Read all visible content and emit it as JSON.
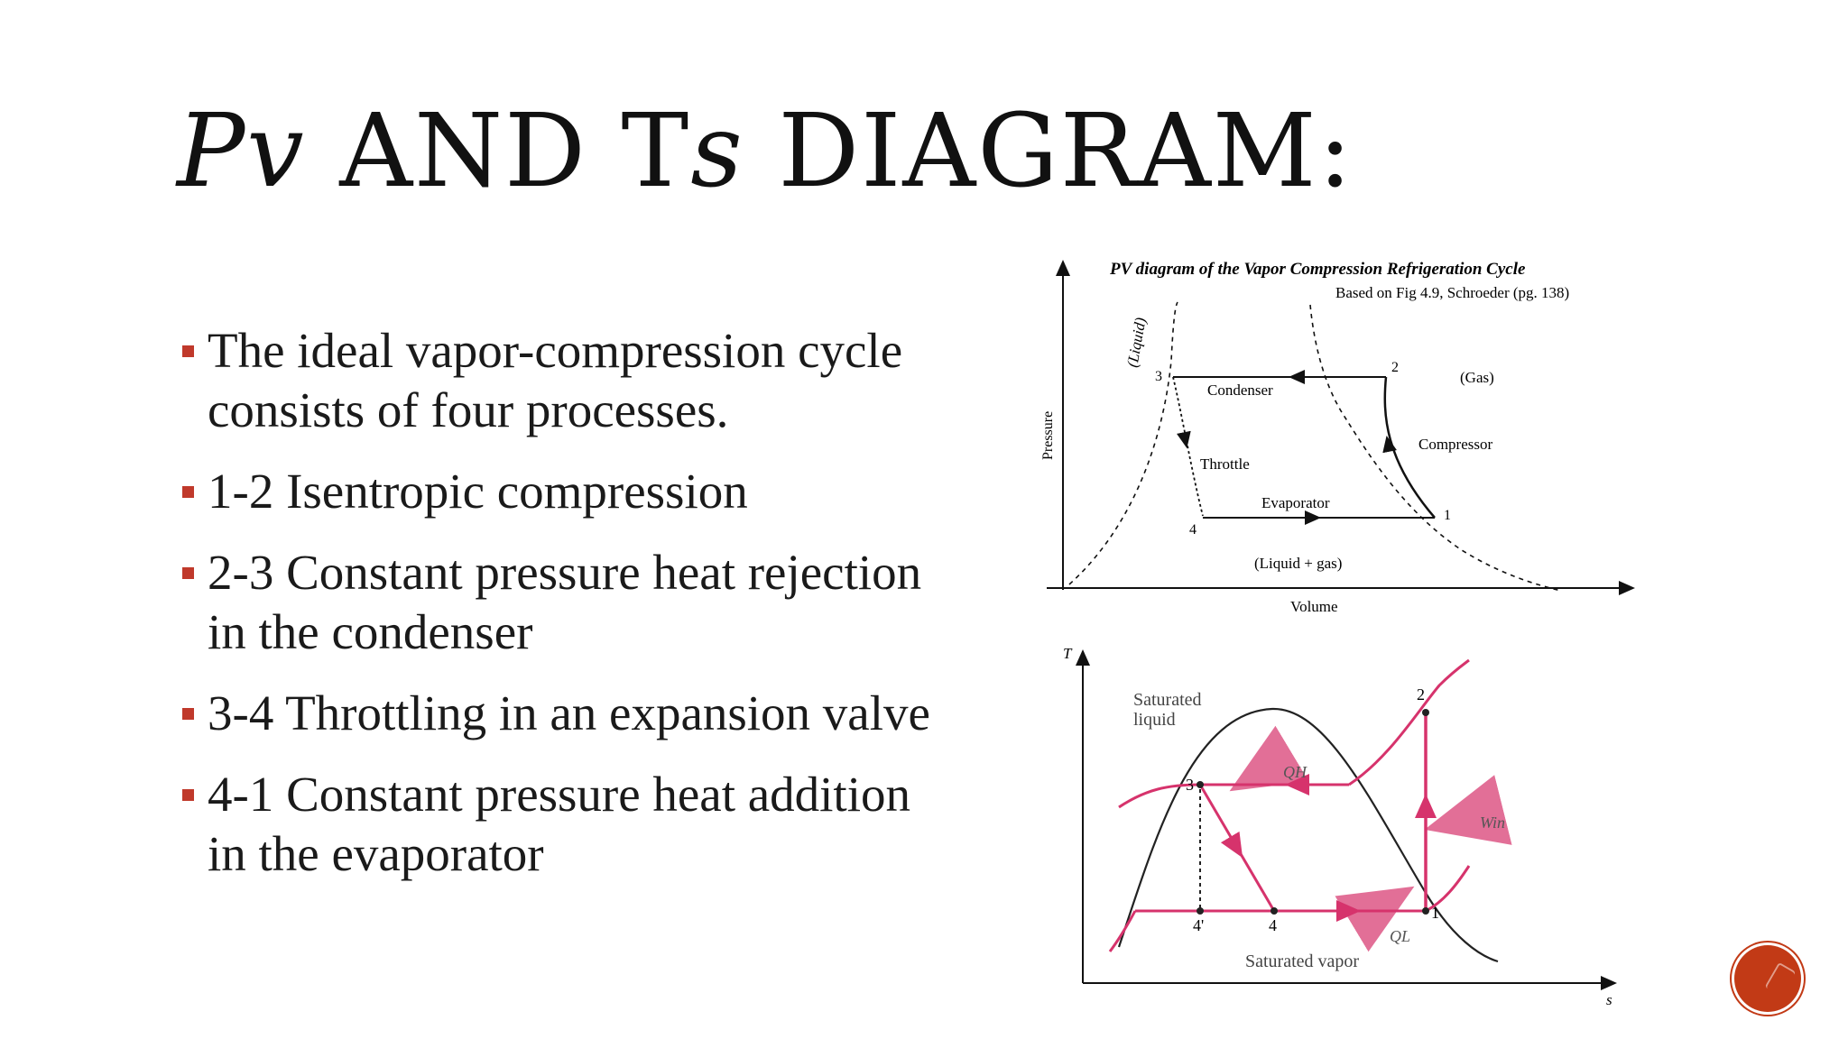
{
  "slide": {
    "title_part1": "Pv",
    "title_part2": " AND T",
    "title_part3": "s",
    "title_part4": " DIAGRAM:"
  },
  "bullets": [
    {
      "line1": "The ideal vapor-compression cycle",
      "line2": "consists of four processes."
    },
    {
      "line1": "1-2 Isentropic compression",
      "line2": ""
    },
    {
      "line1": "2-3 Constant pressure heat rejection",
      "line2": "in the condenser"
    },
    {
      "line1": "3-4 Throttling in an expansion valve",
      "line2": ""
    },
    {
      "line1": "4-1 Constant pressure heat addition",
      "line2": "in the evaporator"
    }
  ],
  "pv_diagram": {
    "title": "PV diagram of the Vapor Compression Refrigeration Cycle",
    "subtitle": "Based on Fig 4.9, Schroeder (pg. 138)",
    "y_axis": "Pressure",
    "x_axis": "Volume",
    "liquid_label": "(Liquid)",
    "gas_label": "(Gas)",
    "mixture_label": "(Liquid + gas)",
    "condenser": "Condenser",
    "throttle": "Throttle",
    "evaporator": "Evaporator",
    "compressor": "Compressor",
    "points": [
      "1",
      "2",
      "3",
      "4"
    ]
  },
  "ts_diagram": {
    "y_axis": "T",
    "x_axis": "s",
    "sat_liquid_line1": "Saturated",
    "sat_liquid_line2": "liquid",
    "sat_vapor": "Saturated vapor",
    "qh": "QH",
    "ql": "QL",
    "win": "Win",
    "points": [
      "1",
      "2",
      "3",
      "4",
      "4'"
    ]
  },
  "colors": {
    "accent": "#c0392b",
    "process": "#d6336c",
    "logo": "#c23a16"
  }
}
